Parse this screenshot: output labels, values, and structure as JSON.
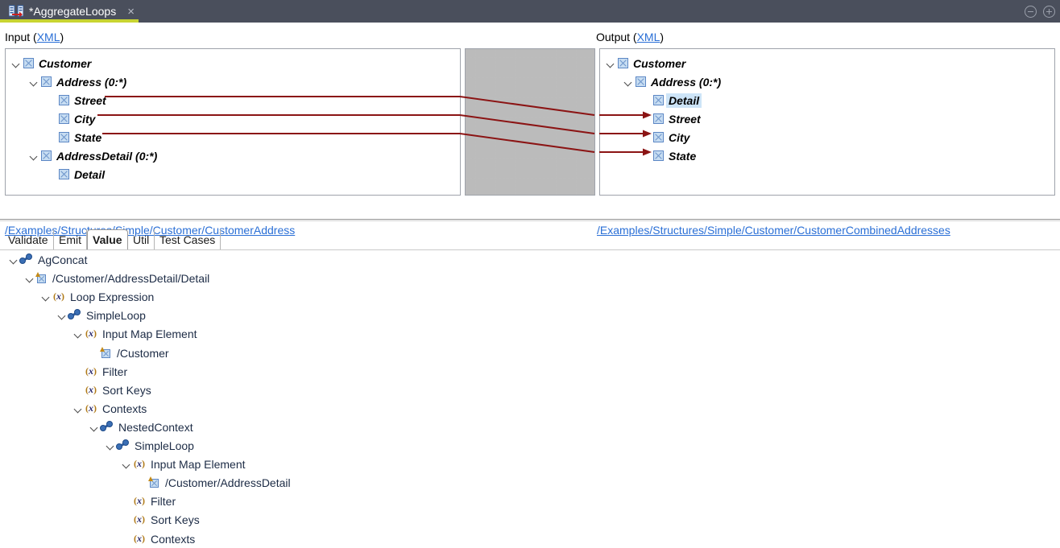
{
  "titlebar": {
    "tab_label": "*AggregateLoops",
    "close_label": "×",
    "app_icon": "mapper-document-icon",
    "minimize_icon": "minimize-icon",
    "maximize_icon": "maximize-icon",
    "accent_color": "#c8d432",
    "background_color": "#4a4f5c"
  },
  "mapper": {
    "input": {
      "label_prefix": "Input (",
      "label_link": "XML",
      "label_suffix": ")",
      "path": "/Examples/Structures/Simple/Customer/CustomerAddress",
      "tree": [
        {
          "label": "Customer",
          "depth": 0,
          "expanded": true,
          "selected": false
        },
        {
          "label": "Address (0:*)",
          "depth": 1,
          "expanded": true,
          "selected": false
        },
        {
          "label": "Street",
          "depth": 2,
          "expanded": null,
          "selected": false
        },
        {
          "label": "City",
          "depth": 2,
          "expanded": null,
          "selected": false
        },
        {
          "label": "State",
          "depth": 2,
          "expanded": null,
          "selected": false
        },
        {
          "label": "AddressDetail (0:*)",
          "depth": 1,
          "expanded": true,
          "selected": false
        },
        {
          "label": "Detail",
          "depth": 2,
          "expanded": null,
          "selected": false
        }
      ]
    },
    "output": {
      "label_prefix": "Output (",
      "label_link": "XML",
      "label_suffix": ")",
      "path": "/Examples/Structures/Simple/Customer/CustomerCombinedAddresses",
      "tree": [
        {
          "label": "Customer",
          "depth": 0,
          "expanded": true,
          "selected": false
        },
        {
          "label": "Address (0:*)",
          "depth": 1,
          "expanded": true,
          "selected": false
        },
        {
          "label": "Detail",
          "depth": 2,
          "expanded": null,
          "selected": true
        },
        {
          "label": "Street",
          "depth": 2,
          "expanded": null,
          "selected": false
        },
        {
          "label": "City",
          "depth": 2,
          "expanded": null,
          "selected": false
        },
        {
          "label": "State",
          "depth": 2,
          "expanded": null,
          "selected": false
        }
      ]
    },
    "connections": [
      {
        "from": "Street",
        "to": "Street"
      },
      {
        "from": "City",
        "to": "City"
      },
      {
        "from": "State",
        "to": "State"
      }
    ],
    "connection_color": "#8b1414"
  },
  "tabs": {
    "items": [
      {
        "label": "Validate",
        "active": false
      },
      {
        "label": "Emit",
        "active": false
      },
      {
        "label": "Value",
        "active": true
      },
      {
        "label": "Util",
        "active": false
      },
      {
        "label": "Test Cases",
        "active": false
      }
    ]
  },
  "expression_tree": [
    {
      "label": "AgConcat",
      "depth": 0,
      "icon": "link-icon",
      "expanded": true
    },
    {
      "label": "/Customer/AddressDetail/Detail",
      "depth": 1,
      "icon": "path-icon",
      "expanded": true
    },
    {
      "label": "Loop Expression",
      "depth": 2,
      "icon": "expression-icon",
      "expanded": true
    },
    {
      "label": "SimpleLoop",
      "depth": 3,
      "icon": "link-icon",
      "expanded": true
    },
    {
      "label": "Input Map Element",
      "depth": 4,
      "icon": "expression-icon",
      "expanded": true
    },
    {
      "label": "/Customer",
      "depth": 5,
      "icon": "path-icon",
      "expanded": null
    },
    {
      "label": "Filter",
      "depth": 4,
      "icon": "expression-icon",
      "expanded": null
    },
    {
      "label": "Sort Keys",
      "depth": 4,
      "icon": "expression-icon",
      "expanded": null
    },
    {
      "label": "Contexts",
      "depth": 4,
      "icon": "expression-icon",
      "expanded": true
    },
    {
      "label": "NestedContext",
      "depth": 5,
      "icon": "link-icon",
      "expanded": true
    },
    {
      "label": "SimpleLoop",
      "depth": 6,
      "icon": "link-icon",
      "expanded": true
    },
    {
      "label": "Input Map Element",
      "depth": 7,
      "icon": "expression-icon",
      "expanded": true
    },
    {
      "label": "/Customer/AddressDetail",
      "depth": 8,
      "icon": "path-icon",
      "expanded": null
    },
    {
      "label": "Filter",
      "depth": 7,
      "icon": "expression-icon",
      "expanded": null
    },
    {
      "label": "Sort Keys",
      "depth": 7,
      "icon": "expression-icon",
      "expanded": null
    },
    {
      "label": "Contexts",
      "depth": 7,
      "icon": "expression-icon",
      "expanded": null
    }
  ]
}
